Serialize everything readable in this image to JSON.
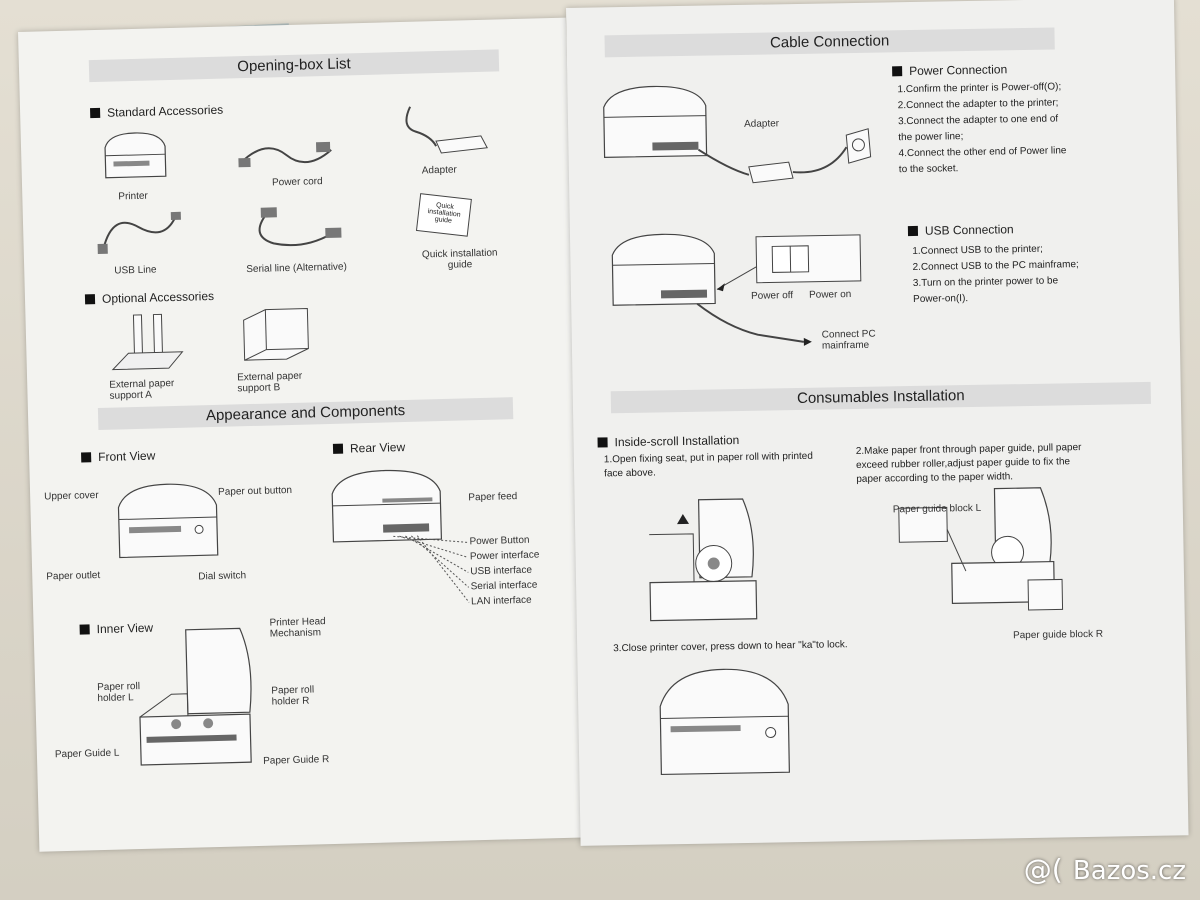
{
  "left_page": {
    "opening_box": {
      "title": "Opening-box List",
      "standard_heading": "Standard Accessories",
      "items": {
        "printer": "Printer",
        "power_cord": "Power cord",
        "adapter": "Adapter",
        "usb_line": "USB Line",
        "serial_line": "Serial line (Alternative)",
        "quick_guide": "Quick installation\nguide",
        "booklet_text": "Quick installation guide"
      },
      "optional_heading": "Optional Accessories",
      "optional": {
        "support_a": "External paper\nsupport A",
        "support_b": "External paper\nsupport B"
      }
    },
    "appearance": {
      "title": "Appearance and Components",
      "front_view": {
        "heading": "Front View",
        "upper_cover": "Upper cover",
        "paper_out_button": "Paper out button",
        "paper_outlet": "Paper outlet",
        "dial_switch": "Dial switch"
      },
      "rear_view": {
        "heading": "Rear View",
        "paper_feed": "Paper feed",
        "power_button": "Power Button",
        "power_interface": "Power interface",
        "usb_interface": "USB interface",
        "serial_interface": "Serial interface",
        "lan_interface": "LAN interface"
      },
      "inner_view": {
        "heading": "Inner View",
        "printer_head": "Printer Head\nMechanism",
        "roll_holder_l": "Paper roll\nholder L",
        "roll_holder_r": "Paper roll\nholder R",
        "guide_l": "Paper Guide L",
        "guide_r": "Paper Guide R"
      }
    }
  },
  "right_page": {
    "cable": {
      "title": "Cable Connection",
      "adapter_label": "Adapter",
      "power": {
        "heading": "Power Connection",
        "steps": "1.Confirm the printer is Power-off(O);\n2.Connect the adapter to the printer;\n3.Connect the adapter to one end of\n   the power line;\n4.Connect the other end of Power line\n   to the socket."
      },
      "usb": {
        "heading": "USB Connection",
        "steps": "1.Connect USB to the printer;\n2.Connect USB to the PC mainframe;\n3.Turn on the printer power to be\n   Power-on(I).",
        "power_off": "Power off",
        "power_on": "Power on",
        "connect_pc": "Connect PC\nmainframe"
      }
    },
    "consumables": {
      "title": "Consumables Installation",
      "inside_heading": "Inside-scroll Installation",
      "step1": "1.Open fixing seat, put in paper roll with printed\n   face above.",
      "step2": "2.Make paper front through paper guide, pull paper\n   exceed rubber roller,adjust paper guide to fix the\n   paper according to the paper width.",
      "step3": "3.Close printer cover, press down to hear \"ka\"to lock.",
      "guide_block_l": "Paper guide block L",
      "guide_block_r": "Paper guide block R"
    }
  },
  "watermark": {
    "text": "Bazos.cz",
    "logo": "@("
  }
}
